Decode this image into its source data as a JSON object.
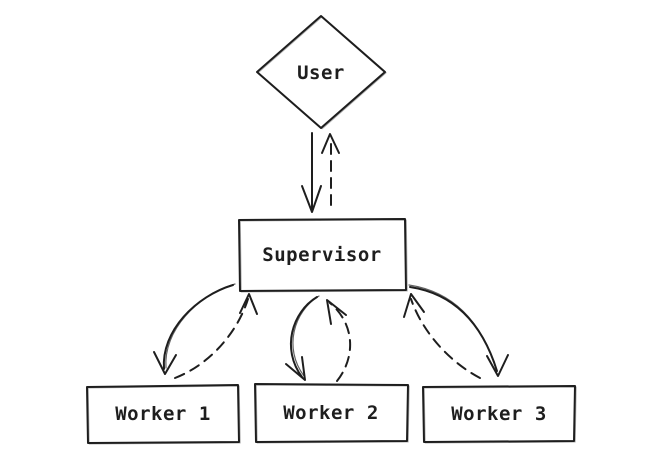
{
  "diagram": {
    "type": "flowchart",
    "style": "hand-drawn",
    "colors": {
      "background": "#ffffff",
      "stroke": "#1e1e1e",
      "text": "#1e1e1e"
    },
    "nodes": [
      {
        "id": "user",
        "label": "User",
        "shape": "diamond"
      },
      {
        "id": "supervisor",
        "label": "Supervisor",
        "shape": "rectangle"
      },
      {
        "id": "worker1",
        "label": "Worker 1",
        "shape": "rectangle"
      },
      {
        "id": "worker2",
        "label": "Worker 2",
        "shape": "rectangle"
      },
      {
        "id": "worker3",
        "label": "Worker 3",
        "shape": "rectangle"
      }
    ],
    "edges": [
      {
        "from": "user",
        "to": "supervisor",
        "style": "solid"
      },
      {
        "from": "supervisor",
        "to": "user",
        "style": "dashed"
      },
      {
        "from": "supervisor",
        "to": "worker1",
        "style": "solid"
      },
      {
        "from": "worker1",
        "to": "supervisor",
        "style": "dashed"
      },
      {
        "from": "supervisor",
        "to": "worker2",
        "style": "solid"
      },
      {
        "from": "worker2",
        "to": "supervisor",
        "style": "dashed"
      },
      {
        "from": "supervisor",
        "to": "worker3",
        "style": "solid"
      },
      {
        "from": "worker3",
        "to": "supervisor",
        "style": "dashed"
      }
    ]
  }
}
